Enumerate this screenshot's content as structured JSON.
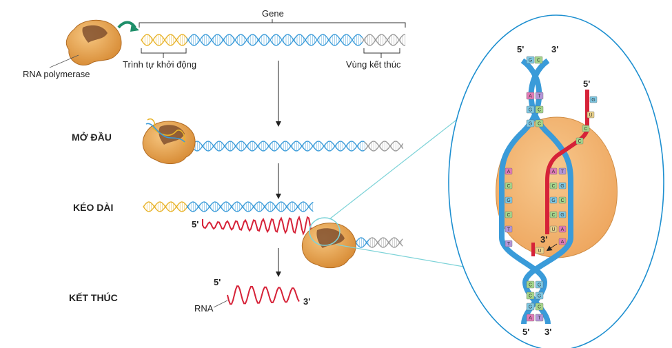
{
  "labels": {
    "gene": "Gene",
    "rna_polymerase": "RNA polymerase",
    "promoter": "Trình tự khởi động",
    "terminator": "Vùng kết thúc",
    "stage_initiation": "MỞ ĐẦU",
    "stage_elongation": "KÉO DÀI",
    "stage_termination": "KẾT THÚC",
    "rna": "RNA",
    "five_prime": "5'",
    "three_prime": "3'"
  },
  "zoom": {
    "top_pair_bases": [
      [
        "G",
        "C"
      ]
    ],
    "upper_pairs": [
      [
        "A",
        "T"
      ],
      [
        "G",
        "C"
      ],
      [
        "G",
        "C"
      ]
    ],
    "template_bases": [
      "A",
      "C",
      "G",
      "C",
      "T",
      "T"
    ],
    "coding_bases": [
      "T",
      "G",
      "C",
      "G",
      "A",
      "A"
    ],
    "rna_paired_bases": [
      "A",
      "C",
      "G",
      "C",
      "U"
    ],
    "rna_exiting_bases": [
      "G",
      "U",
      "C",
      "C"
    ],
    "incoming_nucleotide": "U",
    "incoming_partner": "A",
    "lower_pairs": [
      [
        "C",
        "G"
      ],
      [
        "C",
        "G"
      ],
      [
        "G",
        "C"
      ],
      [
        "A",
        "T"
      ]
    ]
  },
  "colors": {
    "dna_strand": "#3a9bd9",
    "promoter": "#e8b32a",
    "terminator": "#9a9a9a",
    "rna": "#d62238",
    "polymerase": "#e8a04c",
    "pointer": "#1f8f6a",
    "zoom_border": "#1d8fd0",
    "guide": "#7dd3d8"
  }
}
